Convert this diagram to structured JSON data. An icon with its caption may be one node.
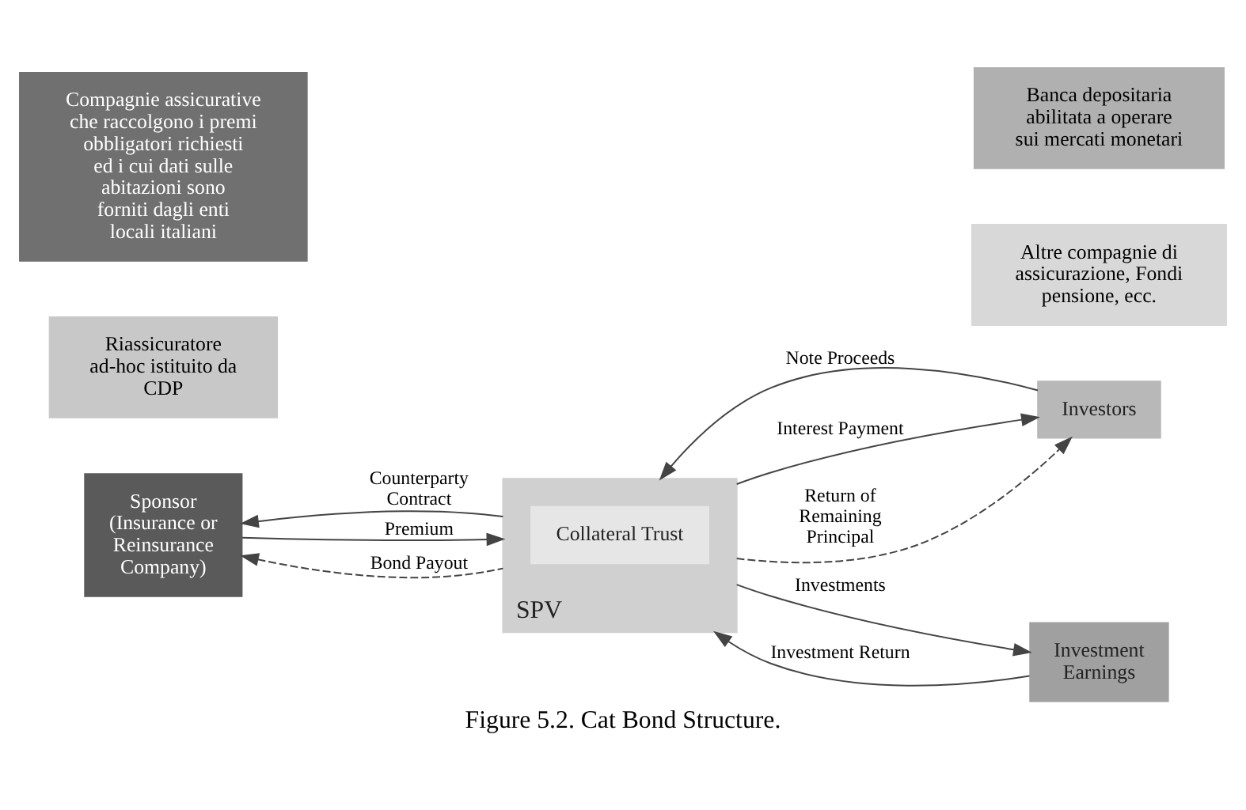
{
  "diagram": {
    "caption": "Figure 5.2. Cat Bond Structure.",
    "nodes": [
      {
        "text": [
          "Sponsor (Insurance or Reinsurance Company)"
        ]
      },
      {
        "text": [
          "SPV"
        ]
      },
      {
        "text": [
          "Collateral Trust"
        ],
        "in": 1
      },
      {
        "text": [
          "Investors"
        ]
      },
      {
        "text": [
          "Investment Earnings"
        ]
      },
      {
        "text": [
          "Riassicuratore ad-hoc istituito da CDP"
        ]
      },
      {
        "text": [
          "Compagnie assicurative che raccolgono i premi obbligatori richiesti ed i cui dati sulle abitazioni sono forniti dagli enti locali italiani"
        ]
      },
      {
        "text": [
          "Altre compagnie di assicurazione, Fondi pensione, ecc."
        ]
      },
      {
        "text": [
          "Banca depositaria abilitata a operare sui mercati monetari"
        ]
      }
    ],
    "edges": [
      {
        "from": 1,
        "to": 0,
        "arrow": "to",
        "label": "Counterparty Contract"
      },
      {
        "from": 0,
        "to": 1,
        "arrow": "to",
        "label": "Premium"
      },
      {
        "from": 1,
        "to": 0,
        "arrow": "to",
        "label": "Bond Payout",
        "style": "dashed"
      },
      {
        "from": 3,
        "to": 1,
        "arrow": "to",
        "label": "Note Proceeds"
      },
      {
        "from": 1,
        "to": 3,
        "arrow": "to",
        "label": "Interest Payment"
      },
      {
        "from": 1,
        "to": 3,
        "arrow": "to",
        "label": "Return of Remaining Principal",
        "style": "dashed"
      },
      {
        "from": 1,
        "to": 4,
        "arrow": "to",
        "label": "Investments"
      },
      {
        "from": 4,
        "to": 1,
        "arrow": "to",
        "label": "Investment Return"
      }
    ]
  }
}
